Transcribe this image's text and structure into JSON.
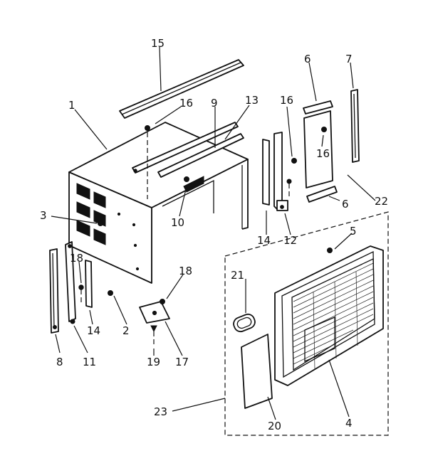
{
  "callouts": [
    {
      "id": "c15",
      "label": "15"
    },
    {
      "id": "c1",
      "label": "1"
    },
    {
      "id": "c16a",
      "label": "16"
    },
    {
      "id": "c9",
      "label": "9"
    },
    {
      "id": "c13",
      "label": "13"
    },
    {
      "id": "c16b",
      "label": "16"
    },
    {
      "id": "c6a",
      "label": "6"
    },
    {
      "id": "c7",
      "label": "7"
    },
    {
      "id": "c16c",
      "label": "16"
    },
    {
      "id": "c22",
      "label": "22"
    },
    {
      "id": "c6b",
      "label": "6"
    },
    {
      "id": "c3",
      "label": "3"
    },
    {
      "id": "c10",
      "label": "10"
    },
    {
      "id": "c14a",
      "label": "14"
    },
    {
      "id": "c12",
      "label": "12"
    },
    {
      "id": "c5",
      "label": "5"
    },
    {
      "id": "c18a",
      "label": "18"
    },
    {
      "id": "c18b",
      "label": "18"
    },
    {
      "id": "c21",
      "label": "21"
    },
    {
      "id": "c14b",
      "label": "14"
    },
    {
      "id": "c2",
      "label": "2"
    },
    {
      "id": "c8",
      "label": "8"
    },
    {
      "id": "c11",
      "label": "11"
    },
    {
      "id": "c19",
      "label": "19"
    },
    {
      "id": "c17",
      "label": "17"
    },
    {
      "id": "c23",
      "label": "23"
    },
    {
      "id": "c20",
      "label": "20"
    },
    {
      "id": "c4",
      "label": "4"
    }
  ]
}
